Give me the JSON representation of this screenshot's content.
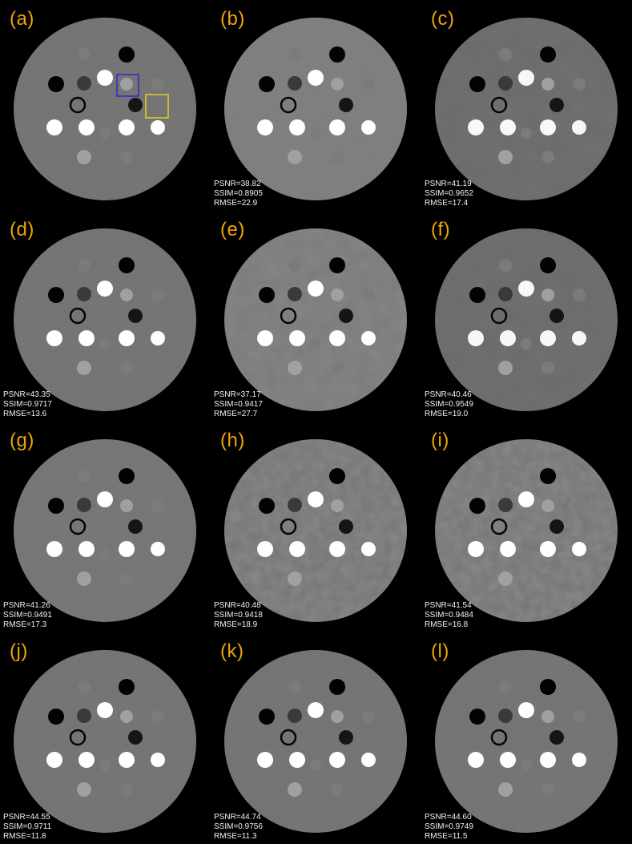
{
  "panels": [
    {
      "label": "(a)",
      "metrics": null,
      "variant": "reference",
      "roi": true
    },
    {
      "label": "(b)",
      "metrics": {
        "psnr": "PSNR=38.82",
        "ssim": "SSIM=0.8905",
        "rmse": "RMSE=22.9"
      },
      "variant": "noisy"
    },
    {
      "label": "(c)",
      "metrics": {
        "psnr": "PSNR=41.19",
        "ssim": "SSIM=0.9652",
        "rmse": "RMSE=17.4"
      },
      "variant": "smooth"
    },
    {
      "label": "(d)",
      "metrics": {
        "psnr": "PSNR=43.35",
        "ssim": "SSIM=0.9717",
        "rmse": "RMSE=13.6"
      },
      "variant": "reference"
    },
    {
      "label": "(e)",
      "metrics": {
        "psnr": "PSNR=37.17",
        "ssim": "SSIM=0.9417",
        "rmse": "RMSE=27.7"
      },
      "variant": "bright"
    },
    {
      "label": "(f)",
      "metrics": {
        "psnr": "PSNR=40.46",
        "ssim": "SSIM=0.9549",
        "rmse": "RMSE=19.0"
      },
      "variant": "smooth"
    },
    {
      "label": "(g)",
      "metrics": {
        "psnr": "PSNR=41.26",
        "ssim": "SSIM=0.9491",
        "rmse": "RMSE=17.3"
      },
      "variant": "textured"
    },
    {
      "label": "(h)",
      "metrics": {
        "psnr": "PSNR=40.48",
        "ssim": "SSIM=0.9418",
        "rmse": "RMSE=18.9"
      },
      "variant": "blotchy"
    },
    {
      "label": "(i)",
      "metrics": {
        "psnr": "PSNR=41.54",
        "ssim": "SSIM=0.9484",
        "rmse": "RMSE=16.8"
      },
      "variant": "blotchy"
    },
    {
      "label": "(j)",
      "metrics": {
        "psnr": "PSNR=44.55",
        "ssim": "SSIM=0.9711",
        "rmse": "RMSE=11.8"
      },
      "variant": "reference"
    },
    {
      "label": "(k)",
      "metrics": {
        "psnr": "PSNR=44.74",
        "ssim": "SSIM=0.9756",
        "rmse": "RMSE=11.3"
      },
      "variant": "reference"
    },
    {
      "label": "(l)",
      "metrics": {
        "psnr": "PSNR=44.60",
        "ssim": "SSIM=0.9749",
        "rmse": "RMSE=11.5"
      },
      "variant": "reference"
    }
  ],
  "colors": {
    "label": "#f0a30a",
    "metrics_text": "#f2f2f2",
    "roi_blue": "#2a2ad0",
    "roi_yellow": "#e0d020",
    "phantom_body": "#6e6e6e",
    "insert_white": "#ffffff",
    "insert_black": "#000000"
  }
}
